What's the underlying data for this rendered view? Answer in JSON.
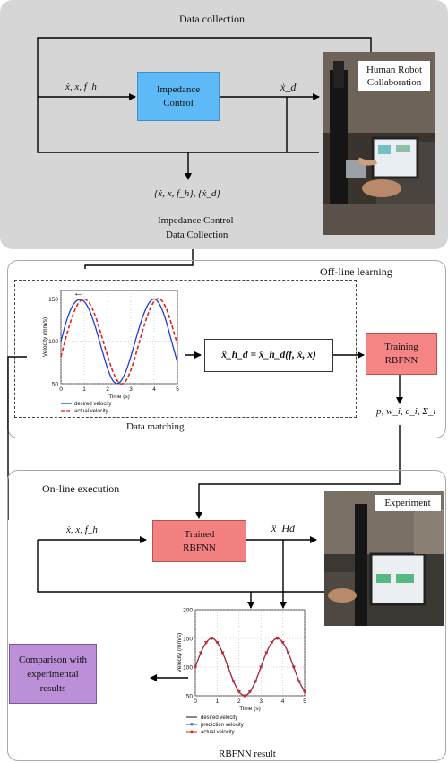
{
  "section1": {
    "title": "Data collection",
    "input_label": "ẋ, x, f_h",
    "impedance_box": "Impedance Control",
    "output_label": "ẋ_d",
    "collection_set": "{ẋ, x, f_h}, {ẋ_d}",
    "collection_caption_1": "Impedance Control",
    "collection_caption_2": "Data Collection",
    "photo_caption": "Human Robot Collaboration"
  },
  "section2": {
    "title": "Off-line learning",
    "function_box": "x̂_h_d = x̂_h_d(f, ẋ, x)",
    "training_box": "Training RBFNN",
    "params": "p, w_i, c_i, Σ_i",
    "data_matching": "Data matching"
  },
  "section3": {
    "title": "On-line execution",
    "input_label": "ẋ, x, f_h",
    "trained_box": "Trained RBFNN",
    "output_label": "x̂_Hd",
    "experiment_caption": "Experiment",
    "comparison_box": "Comparison with experimental results",
    "rbfnn_result": "RBFNN result"
  },
  "colors": {
    "panel_gray": "#d6d6d6",
    "impedance_blue": "#5dbaf6",
    "training_red": "#f58484",
    "trained_red": "#f48181",
    "comparison_purple": "#bc8fd9",
    "desired_blue": "#1f3bd9",
    "actual_red": "#e0211e"
  },
  "chart_data": [
    {
      "type": "line",
      "title": "",
      "xlabel": "Time (s)",
      "ylabel": "Velocity (mm/s)",
      "xlim": [
        0,
        5
      ],
      "ylim": [
        50,
        160
      ],
      "xticks": [
        "0",
        "1",
        "2",
        "3",
        "4",
        "5"
      ],
      "yticks": [
        "50",
        "100",
        "150"
      ],
      "grid": true,
      "legend": "bottom",
      "annotation": "←",
      "series": [
        {
          "name": "desired velocity",
          "style": "solid",
          "color": "#1f3bd9",
          "x": [
            0,
            0.25,
            0.5,
            0.75,
            1.0,
            1.25,
            1.5,
            1.75,
            2.0,
            2.25,
            2.5,
            2.75,
            3.0,
            3.25,
            3.5,
            3.75,
            4.0,
            4.25,
            4.5,
            4.75,
            5.0
          ],
          "values": [
            100,
            125,
            142,
            149,
            147,
            135,
            115,
            91,
            68,
            53,
            51,
            62,
            82,
            106,
            128,
            144,
            150,
            143,
            125,
            100,
            75
          ]
        },
        {
          "name": "actual velocity",
          "style": "dashed",
          "color": "#e0211e",
          "x": [
            0,
            0.25,
            0.5,
            0.75,
            1.0,
            1.25,
            1.5,
            1.75,
            2.0,
            2.25,
            2.5,
            2.75,
            3.0,
            3.25,
            3.5,
            3.75,
            4.0,
            4.25,
            4.5,
            4.75,
            5.0
          ],
          "values": [
            82,
            108,
            130,
            145,
            150,
            144,
            128,
            106,
            83,
            63,
            51,
            52,
            66,
            88,
            112,
            133,
            147,
            150,
            140,
            120,
            96
          ]
        }
      ]
    },
    {
      "type": "line",
      "title": "",
      "xlabel": "Time (s)",
      "ylabel": "Velocity (mm/s)",
      "xlim": [
        0,
        5
      ],
      "ylim": [
        50,
        200
      ],
      "xticks": [
        "0",
        "1",
        "2",
        "3",
        "4",
        "5"
      ],
      "yticks": [
        "50",
        "100",
        "150",
        "200"
      ],
      "grid": true,
      "legend": "bottom",
      "series": [
        {
          "name": "desired velocity",
          "style": "solid",
          "color": "#111111",
          "x": [
            0,
            0.25,
            0.5,
            0.75,
            1.0,
            1.25,
            1.5,
            1.75,
            2.0,
            2.25,
            2.5,
            2.75,
            3.0,
            3.25,
            3.5,
            3.75,
            4.0,
            4.25,
            4.5,
            4.75,
            5.0
          ],
          "values": [
            100,
            125,
            143,
            150,
            143,
            125,
            100,
            75,
            57,
            50,
            57,
            75,
            100,
            125,
            143,
            150,
            143,
            125,
            100,
            75,
            57
          ]
        },
        {
          "name": "prediction velocity",
          "style": "marker-triangle",
          "color": "#1f3bd9",
          "x": [
            0,
            0.25,
            0.5,
            0.75,
            1.0,
            1.25,
            1.5,
            1.75,
            2.0,
            2.25,
            2.5,
            2.75,
            3.0,
            3.25,
            3.5,
            3.75,
            4.0,
            4.25,
            4.5,
            4.75,
            5.0
          ],
          "values": [
            100,
            125,
            143,
            150,
            143,
            125,
            100,
            75,
            57,
            50,
            57,
            75,
            100,
            125,
            143,
            150,
            143,
            125,
            100,
            75,
            57
          ]
        },
        {
          "name": "actual velocity",
          "style": "marker-circle",
          "color": "#e0211e",
          "x": [
            0,
            0.25,
            0.5,
            0.75,
            1.0,
            1.25,
            1.5,
            1.75,
            2.0,
            2.25,
            2.5,
            2.75,
            3.0,
            3.25,
            3.5,
            3.75,
            4.0,
            4.25,
            4.5,
            4.75,
            5.0
          ],
          "values": [
            100,
            125,
            143,
            150,
            143,
            125,
            100,
            75,
            57,
            50,
            57,
            75,
            100,
            125,
            143,
            150,
            143,
            125,
            100,
            75,
            57
          ]
        }
      ]
    }
  ]
}
